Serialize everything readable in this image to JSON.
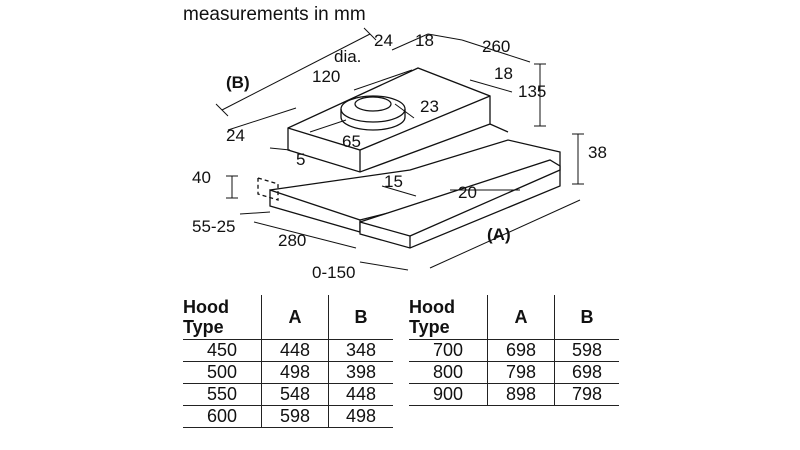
{
  "caption": "measurements in mm",
  "drawing": {
    "labels": {
      "b": "(B)",
      "a": "(A)",
      "dia": "dia.",
      "d120": "120",
      "d24top": "24",
      "d18top": "18",
      "d260": "260",
      "d18side": "18",
      "d135": "135",
      "d23": "23",
      "d24left": "24",
      "d65": "65",
      "d5": "5",
      "d40": "40",
      "d15": "15",
      "d20": "20",
      "d38": "38",
      "d5525": "55-25",
      "d280": "280",
      "d0150": "0-150"
    }
  },
  "tables": [
    {
      "headers": [
        "Hood Type",
        "A",
        "B"
      ],
      "rows": [
        [
          "450",
          "448",
          "348"
        ],
        [
          "500",
          "498",
          "398"
        ],
        [
          "550",
          "548",
          "448"
        ],
        [
          "600",
          "598",
          "498"
        ]
      ]
    },
    {
      "headers": [
        "Hood Type",
        "A",
        "B"
      ],
      "rows": [
        [
          "700",
          "698",
          "598"
        ],
        [
          "800",
          "798",
          "698"
        ],
        [
          "900",
          "898",
          "798"
        ]
      ]
    }
  ]
}
